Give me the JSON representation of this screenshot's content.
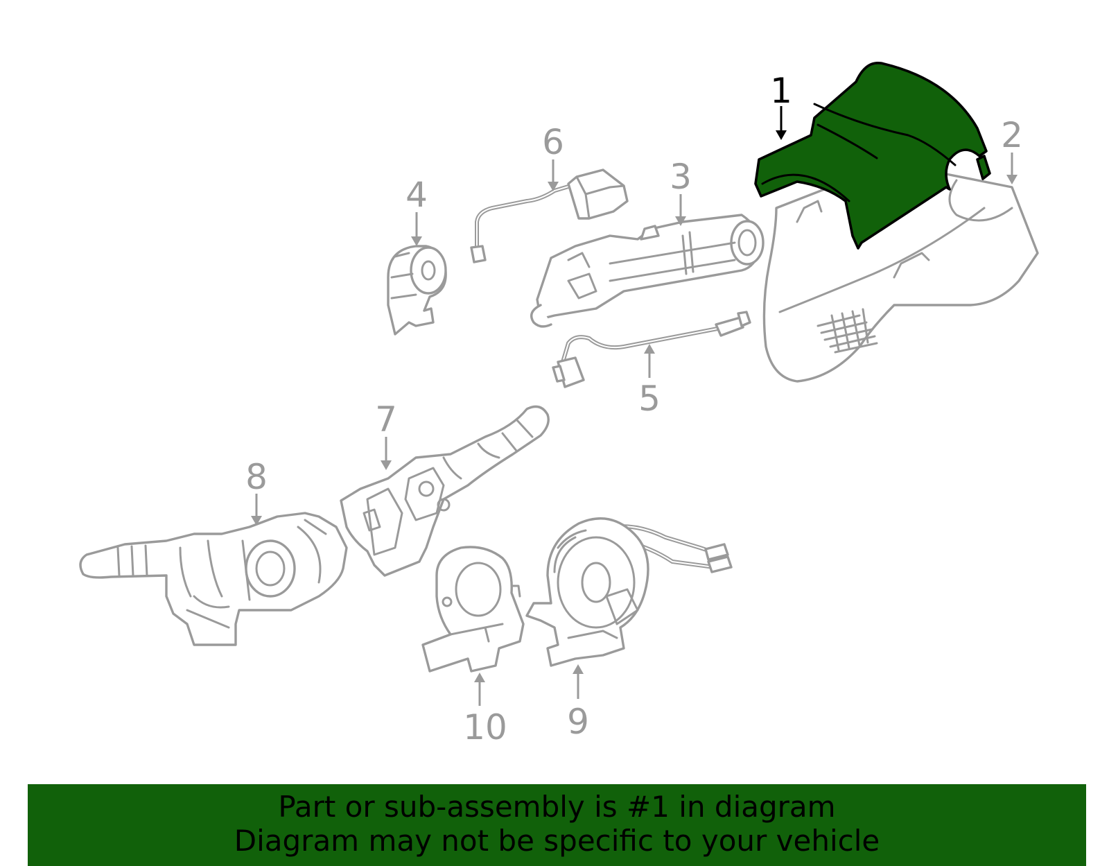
{
  "diagram": {
    "highlight_color": "#11610a",
    "callouts": [
      {
        "id": "1",
        "label": "1",
        "highlighted": true
      },
      {
        "id": "2",
        "label": "2",
        "highlighted": false
      },
      {
        "id": "3",
        "label": "3",
        "highlighted": false
      },
      {
        "id": "4",
        "label": "4",
        "highlighted": false
      },
      {
        "id": "5",
        "label": "5",
        "highlighted": false
      },
      {
        "id": "6",
        "label": "6",
        "highlighted": false
      },
      {
        "id": "7",
        "label": "7",
        "highlighted": false
      },
      {
        "id": "8",
        "label": "8",
        "highlighted": false
      },
      {
        "id": "9",
        "label": "9",
        "highlighted": false
      },
      {
        "id": "10",
        "label": "10",
        "highlighted": false
      }
    ]
  },
  "caption": {
    "line1": "Part or sub-assembly is #1 in diagram",
    "line2": "Diagram may not be specific to your vehicle"
  }
}
